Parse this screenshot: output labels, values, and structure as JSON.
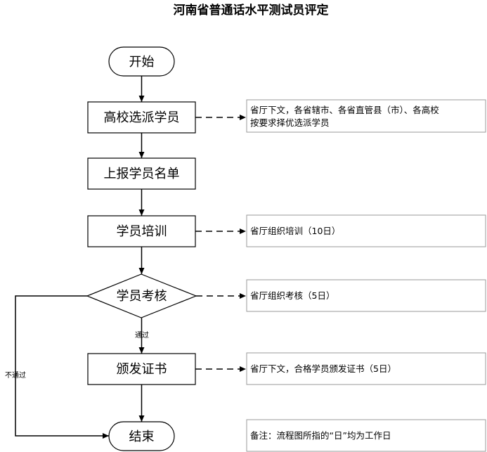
{
  "title": "河南省普通话水平测试员评定",
  "nodes": {
    "start": "开始",
    "select": "高校选派学员",
    "report": "上报学员名单",
    "training": "学员培训",
    "exam": "学员考核",
    "certificate": "颁发证书",
    "end": "结束"
  },
  "notes": {
    "select_line1": "省厅下文，各省辖市、各省直管县（市）、各高校",
    "select_line2": "按要求择优选派学员",
    "training": "省厅组织培训（10日）",
    "exam": "省厅组织考核（5日）",
    "certificate": "省厅下文，合格学员颁发证书（5日）",
    "remark": "备注：流程图所指的“日”均为工作日"
  },
  "edges": {
    "pass": "通过",
    "fail": "不通过"
  }
}
